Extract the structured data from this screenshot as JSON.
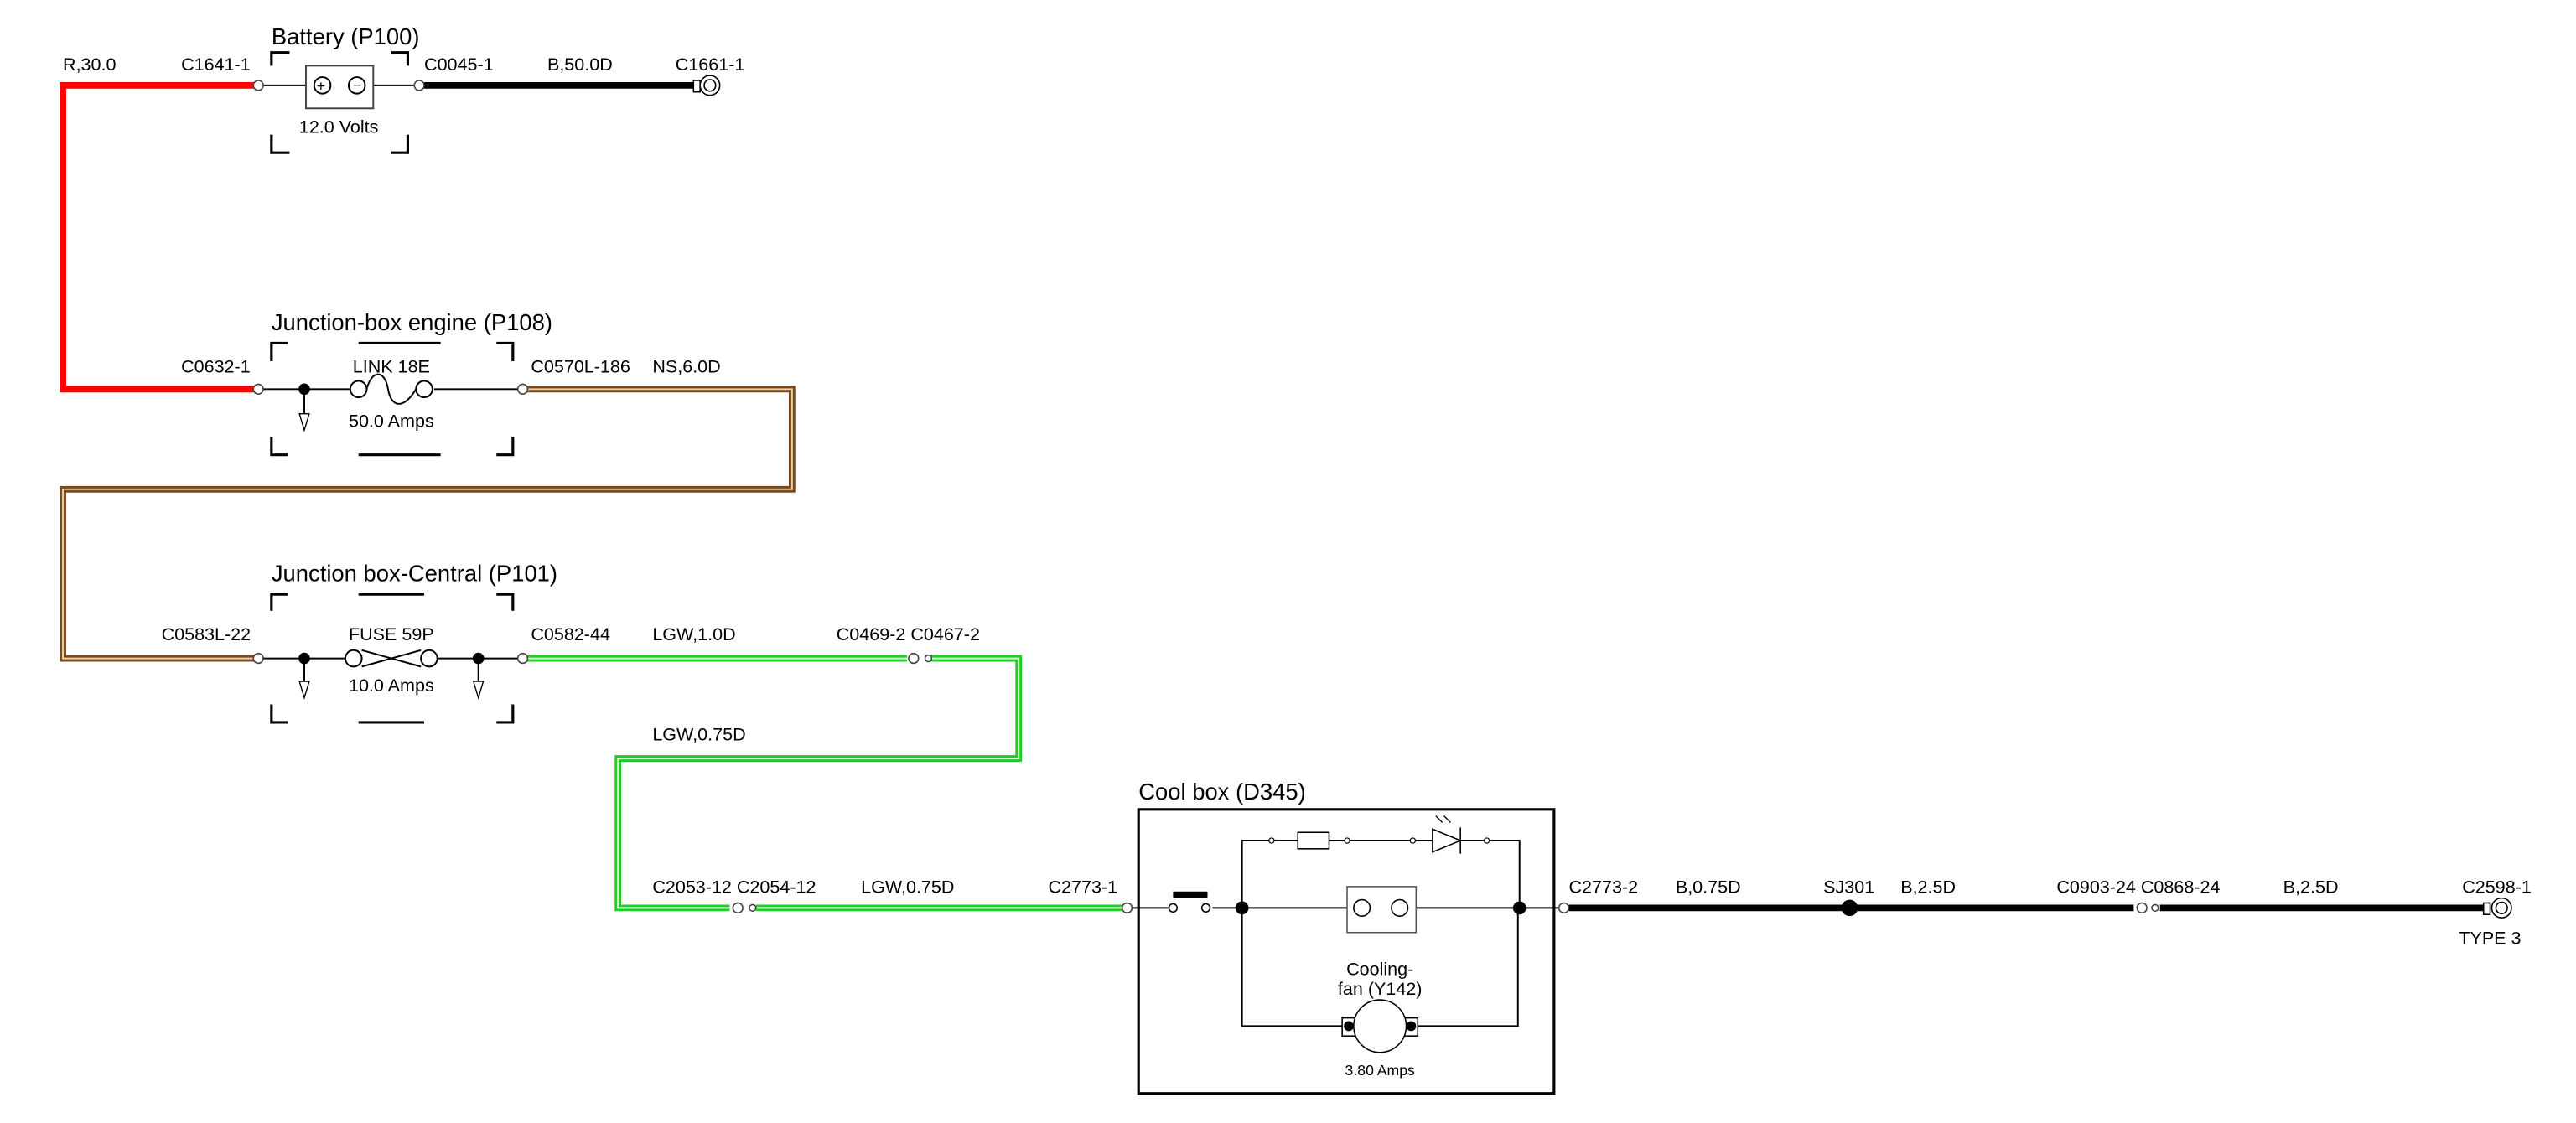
{
  "components": {
    "battery": {
      "title": "Battery (P100)",
      "rating": "12.0 Volts"
    },
    "junction_engine": {
      "title": "Junction-box engine (P108)",
      "fuse_name": "LINK 18E",
      "rating": "50.0 Amps"
    },
    "junction_central": {
      "title": "Junction box-Central (P101)",
      "fuse_name": "FUSE 59P",
      "rating": "10.0 Amps"
    },
    "cool_box": {
      "title": "Cool box (D345)",
      "fan_line1": "Cooling-",
      "fan_line2": "fan (Y142)",
      "fan_rating": "3.80 Amps"
    }
  },
  "connectors": {
    "c1641": "C1641-1",
    "c0045": "C0045-1",
    "c1661": "C1661-1",
    "c0632": "C0632-1",
    "c0570": "C0570L-186",
    "c0583": "C0583L-22",
    "c0582": "C0582-44",
    "c0469": "C0469-2 C0467-2",
    "c2053": "C2053-12 C2054-12",
    "c2773_1": "C2773-1",
    "c2773_2": "C2773-2",
    "sj301": "SJ301",
    "c0903": "C0903-24 C0868-24",
    "c2598": "C2598-1",
    "c2598_type": "TYPE 3"
  },
  "wires": {
    "red": {
      "label": "R,30.0",
      "color": "#ff0000"
    },
    "black_batt": {
      "label": "B,50.0D",
      "color": "#000000"
    },
    "brown": {
      "label": "NS,6.0D",
      "color": "#8b5a2b"
    },
    "green1": {
      "label": "LGW,1.0D",
      "color": "#33dd33"
    },
    "green2": {
      "label": "LGW,0.75D"
    },
    "green3": {
      "label": "LGW,0.75D"
    },
    "black1": {
      "label": "B,0.75D"
    },
    "black2": {
      "label": "B,2.5D"
    },
    "black3": {
      "label": "B,2.5D"
    }
  }
}
